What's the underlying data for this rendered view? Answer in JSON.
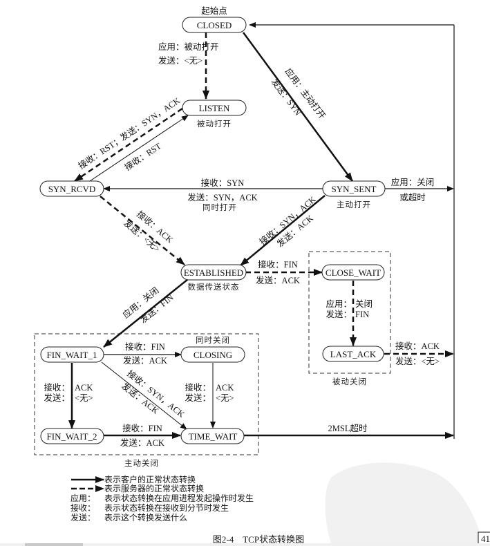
{
  "title_start": "起始点",
  "states": {
    "closed": "CLOSED",
    "listen": "LISTEN",
    "syn_rcvd": "SYN_RCVD",
    "syn_sent": "SYN_SENT",
    "established": "ESTABLISHED",
    "close_wait": "CLOSE_WAIT",
    "last_ack": "LAST_ACK",
    "fin_wait_1": "FIN_WAIT_1",
    "closing": "CLOSING",
    "fin_wait_2": "FIN_WAIT_2",
    "time_wait": "TIME_WAIT"
  },
  "state_captions": {
    "listen": "被动打开",
    "syn_sent": "主动打开",
    "established": "数据传送状态",
    "closing": "同时关闭",
    "passive_close_group": "被动关闭",
    "active_close_group": "主动关闭",
    "simultaneous_open": "同时打开"
  },
  "transitions": {
    "closed_listen": [
      "应用：被动打开",
      "发送：<无>"
    ],
    "closed_synsent": [
      "应用：主动打开",
      "发送：SYN"
    ],
    "listen_synrcvd": "接收：RST；发送：SYN，ACK",
    "synrcvd_listen": "接收：RST",
    "synsent_synrcvd": [
      "接收：SYN",
      "发送：SYN，ACK"
    ],
    "synsent_closed": [
      "应用：关闭",
      "或超时"
    ],
    "synrcvd_established": [
      "接收：ACK",
      "发送：<无>"
    ],
    "synsent_established": [
      "接收：SYN，ACK",
      "发送：ACK"
    ],
    "established_closewait": [
      "接收：FIN",
      "发送：ACK"
    ],
    "closewait_lastack": [
      "应用：",
      "关闭",
      "发送：",
      "FIN"
    ],
    "lastack_closed": [
      "接收：ACK",
      "发送：<无>"
    ],
    "established_finwait1": [
      "应用：关闭",
      "发送：FIN"
    ],
    "finwait1_closing": [
      "接收：FIN",
      "发送：ACK"
    ],
    "finwait1_finwait2": [
      "接收：",
      "ACK",
      "发送：",
      "<无>"
    ],
    "finwait1_timewait": [
      "接收：SYN，ACK",
      "发送：ACK"
    ],
    "closing_timewait": [
      "接收：",
      "ACK",
      "发送：",
      "<无>"
    ],
    "finwait2_timewait": [
      "接收：FIN",
      "发送：ACK"
    ],
    "timewait_closed": "2MSL超时"
  },
  "legend": {
    "solid": "表示客户的正常状态转换",
    "dashed": "表示服务器的正常状态转换",
    "rows": [
      {
        "key": "应用：",
        "desc": "表示状态转换在应用进程发起操作时发生"
      },
      {
        "key": "接收：",
        "desc": "表示状态转换在接收到分节时发生"
      },
      {
        "key": "发送：",
        "desc": "表示这个转换发送什么"
      }
    ]
  },
  "figure_caption": "图2-4　TCP状态转换图",
  "page_number": "41"
}
